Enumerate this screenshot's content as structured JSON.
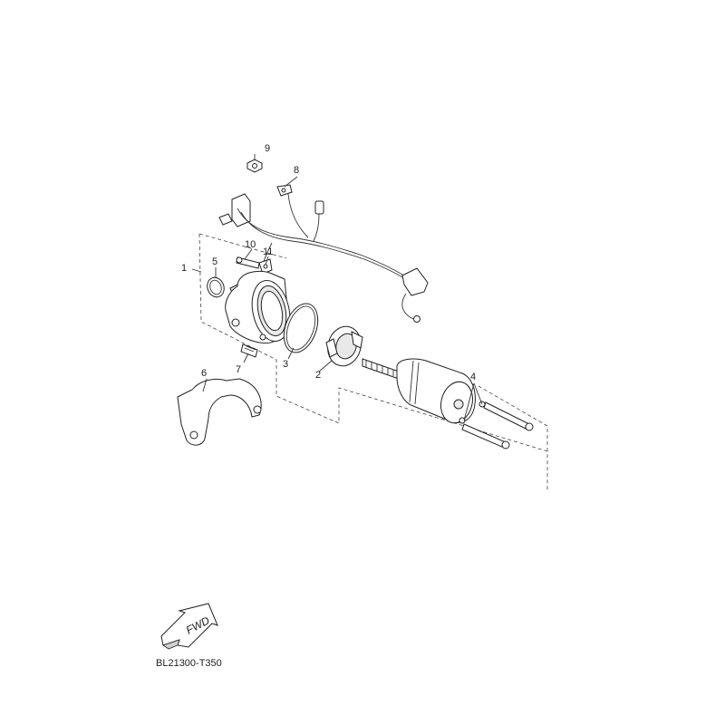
{
  "callouts": {
    "c1": "1",
    "c2": "2",
    "c3": "3",
    "c4": "4",
    "c5": "5",
    "c6": "6",
    "c7": "7",
    "c8": "8",
    "c9": "9",
    "c10": "10",
    "c11": "11"
  },
  "fwd_label": "FWD",
  "reference_code": "BL21300-T350"
}
